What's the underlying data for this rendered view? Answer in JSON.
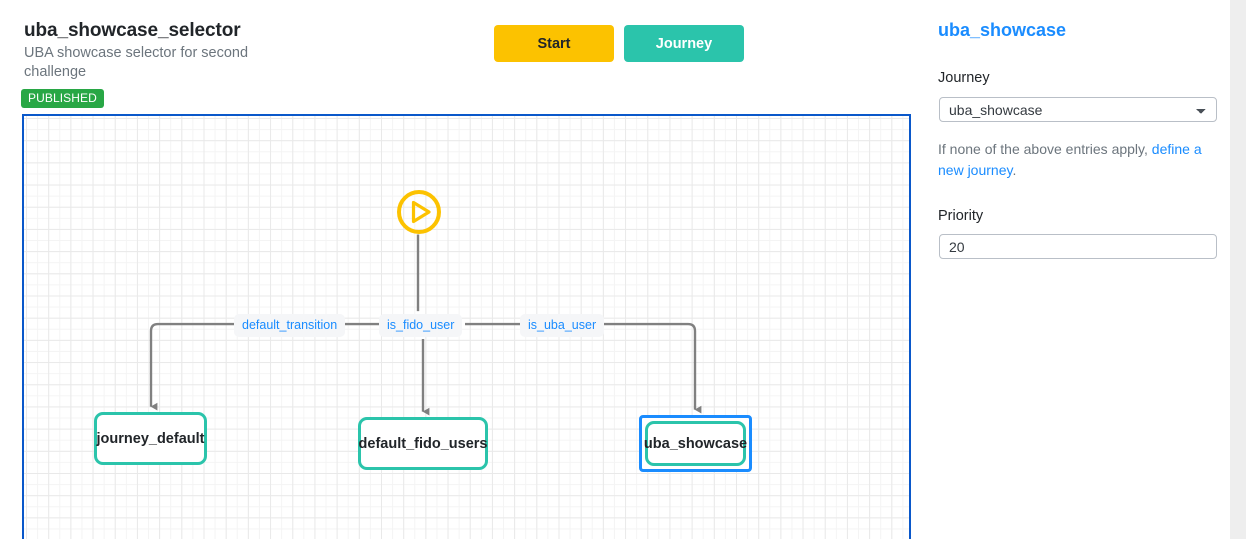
{
  "header": {
    "title": "uba_showcase_selector",
    "description": "UBA showcase selector for second challenge",
    "status_badge": "PUBLISHED"
  },
  "toolbar": {
    "start_label": "Start",
    "journey_label": "Journey"
  },
  "flow": {
    "start_node_icon": "play-circle-icon",
    "transitions": [
      {
        "label": "default_transition"
      },
      {
        "label": "is_fido_user"
      },
      {
        "label": "is_uba_user"
      }
    ],
    "nodes": [
      {
        "label": "journey_default",
        "selected": false
      },
      {
        "label": "default_fido_users",
        "selected": false
      },
      {
        "label": "uba_showcase",
        "selected": true
      }
    ]
  },
  "panel": {
    "title": "uba_showcase",
    "journey_label": "Journey",
    "journey_value": "uba_showcase",
    "journey_options": [
      "uba_showcase"
    ],
    "helper_prefix": "If none of the above entries apply, ",
    "helper_link": "define a new journey",
    "helper_suffix": ".",
    "priority_label": "Priority",
    "priority_value": "20"
  },
  "colors": {
    "accent_blue": "#1a8cff",
    "canvas_border": "#0a58ca",
    "node_teal": "#2bc4ab",
    "start_yellow": "#fcc200",
    "published_green": "#28a745",
    "edge_gray": "#808080"
  }
}
